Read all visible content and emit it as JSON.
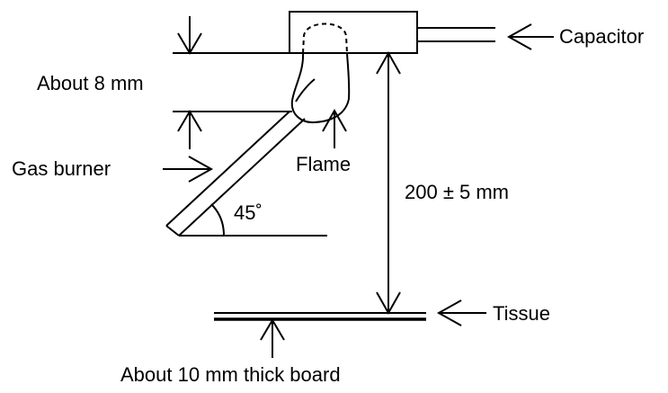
{
  "labels": {
    "capacitor": "Capacitor",
    "about_8mm": "About 8 mm",
    "gas_burner": "Gas burner",
    "flame": "Flame",
    "angle": "45˚",
    "distance": "200 ± 5 mm",
    "tissue": "Tissue",
    "board": "About 10 mm thick board"
  },
  "colors": {
    "line": "#000000",
    "background": "#ffffff"
  }
}
